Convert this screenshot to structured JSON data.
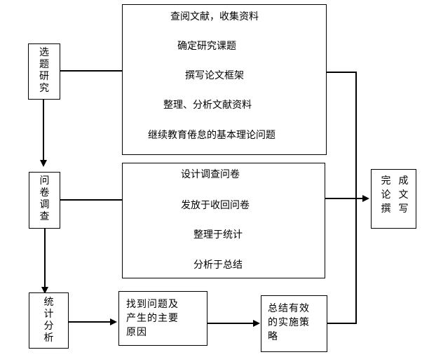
{
  "diagram": {
    "stages": {
      "topic": {
        "label": [
          "选",
          "题",
          "研",
          "究"
        ]
      },
      "survey": {
        "label": [
          "问",
          "卷",
          "调",
          "查"
        ]
      },
      "stats": {
        "label": [
          "统",
          "计",
          "分",
          "析"
        ]
      },
      "complete": {
        "label": [
          "完",
          "成",
          "论",
          "文",
          "撰",
          "写"
        ]
      }
    },
    "top_steps": [
      "查阅文献，收集资料",
      "确定研究课题",
      "撰写论文框架",
      "整理、分析文献资料",
      "继续教育倦怠的基本理论问题"
    ],
    "mid_steps": [
      "设计调查问卷",
      "发放于收回问卷",
      "整理于统计",
      "分析于总结"
    ],
    "find_problem": [
      "找到问题及",
      "产生的主要",
      "原因"
    ],
    "strategy": [
      "总结有效",
      "的实施策",
      "略"
    ]
  }
}
